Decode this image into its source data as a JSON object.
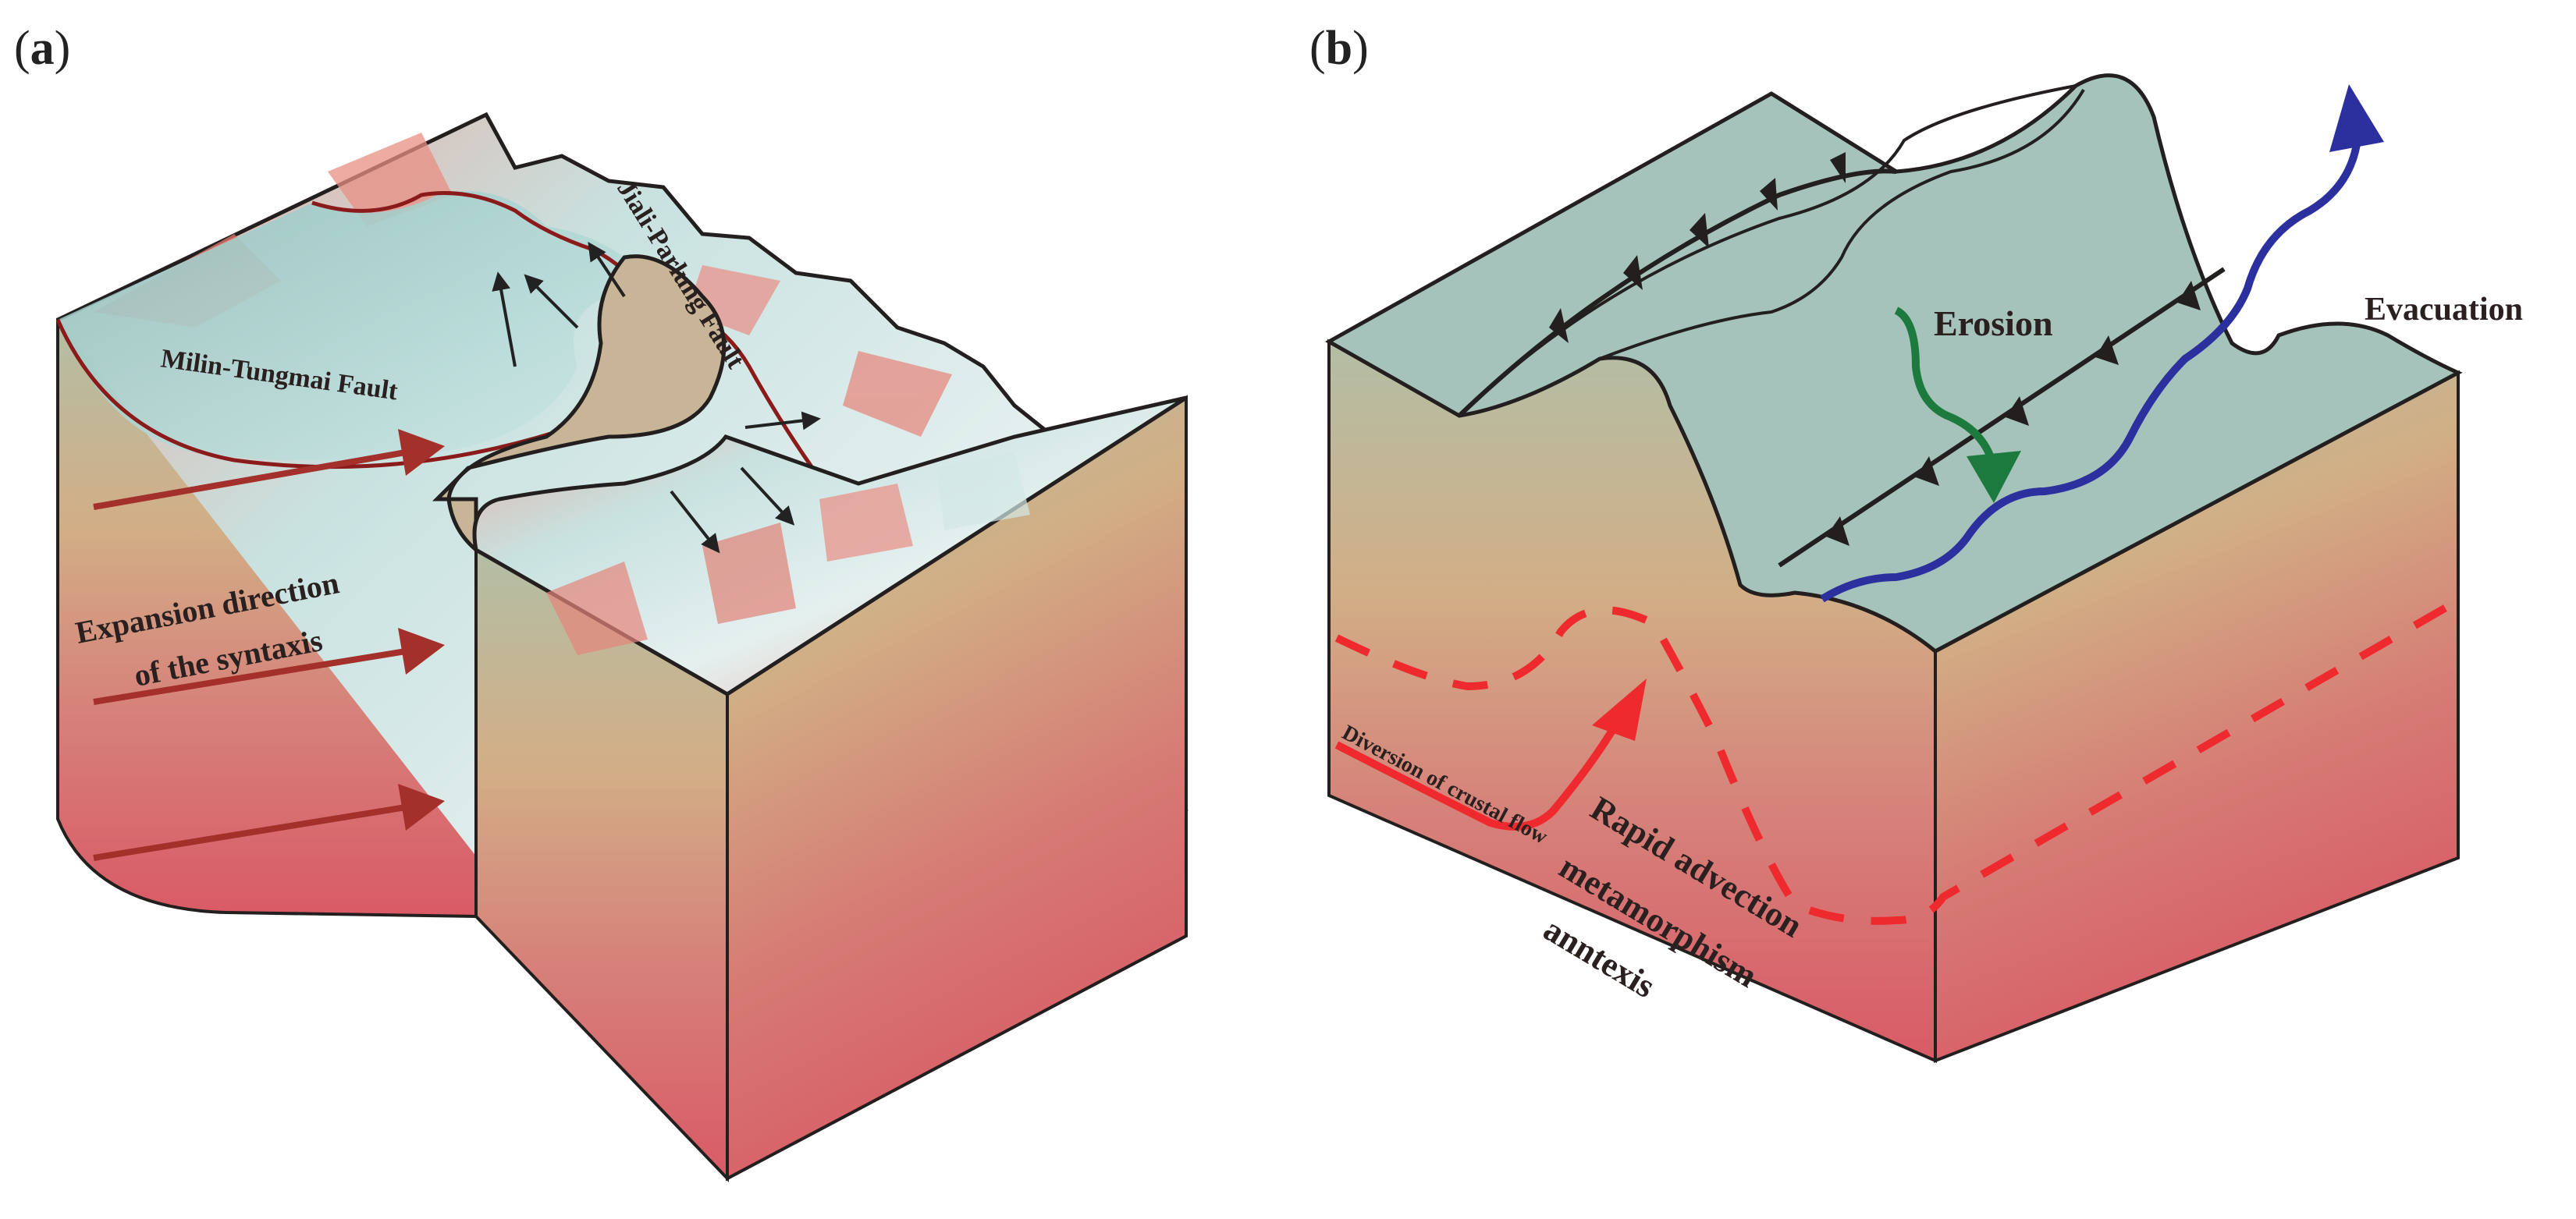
{
  "figure": {
    "panels": [
      {
        "id": "a",
        "label": "a",
        "labels": {
          "milin_fault": "Milin-Tungmai Fault",
          "jiali_fault": "Jiali-Parlung Fault",
          "expansion_line1": "Expansion direction",
          "expansion_line2": "of the syntaxis"
        },
        "arrow_count": 3
      },
      {
        "id": "b",
        "label": "b",
        "labels": {
          "erosion": "Erosion",
          "evacuation": "Evacuation",
          "crustal_flow": "Diversion of crustal flow",
          "advection_line1": "Rapid advection",
          "advection_line2": "metamorphism",
          "advection_line3": "anntexis"
        }
      }
    ],
    "colors": {
      "surface_teal": "#a5c3ba",
      "crust_top": "#b9b89b",
      "crust_mid": "#d2ad84",
      "crust_bottom": "#d95f68",
      "fault_line": "#8b1a1a",
      "expansion_arrow": "#a3302a",
      "erosion_arrow": "#1d7a3e",
      "evacuation_arrow": "#2c2f9e",
      "crustal_flow": "#ee2a2e",
      "outline": "#231f1f"
    }
  }
}
